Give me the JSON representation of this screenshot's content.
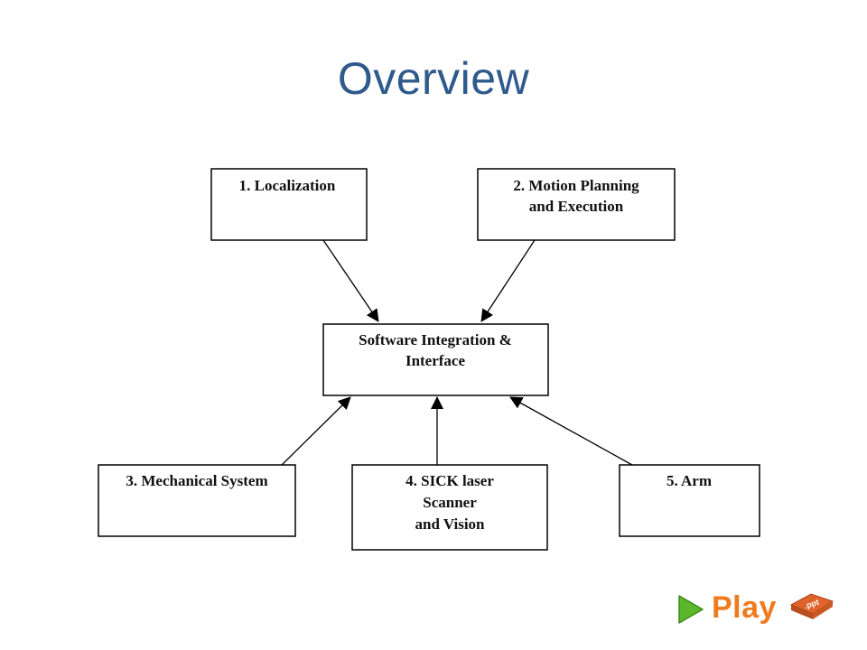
{
  "slide": {
    "title": "Overview"
  },
  "diagram": {
    "nodes": {
      "localization": [
        "1. Localization"
      ],
      "motion": [
        "2. Motion Planning",
        "and Execution"
      ],
      "software": [
        "Software Integration &",
        "Interface"
      ],
      "mechanical": [
        "3. Mechanical System"
      ],
      "sick": [
        "4. SICK laser",
        "Scanner",
        "and Vision"
      ],
      "arm": [
        "5. Arm"
      ]
    },
    "edges": [
      {
        "from": "localization",
        "to": "software"
      },
      {
        "from": "motion",
        "to": "software"
      },
      {
        "from": "mechanical",
        "to": "software"
      },
      {
        "from": "sick",
        "to": "software"
      },
      {
        "from": "arm",
        "to": "software"
      }
    ]
  },
  "logo": {
    "text": "Play",
    "tag": ".ppt",
    "colors": {
      "play_triangle": "#5cb82a",
      "play_text": "#f07a1e",
      "tag": "#e0632a"
    }
  }
}
